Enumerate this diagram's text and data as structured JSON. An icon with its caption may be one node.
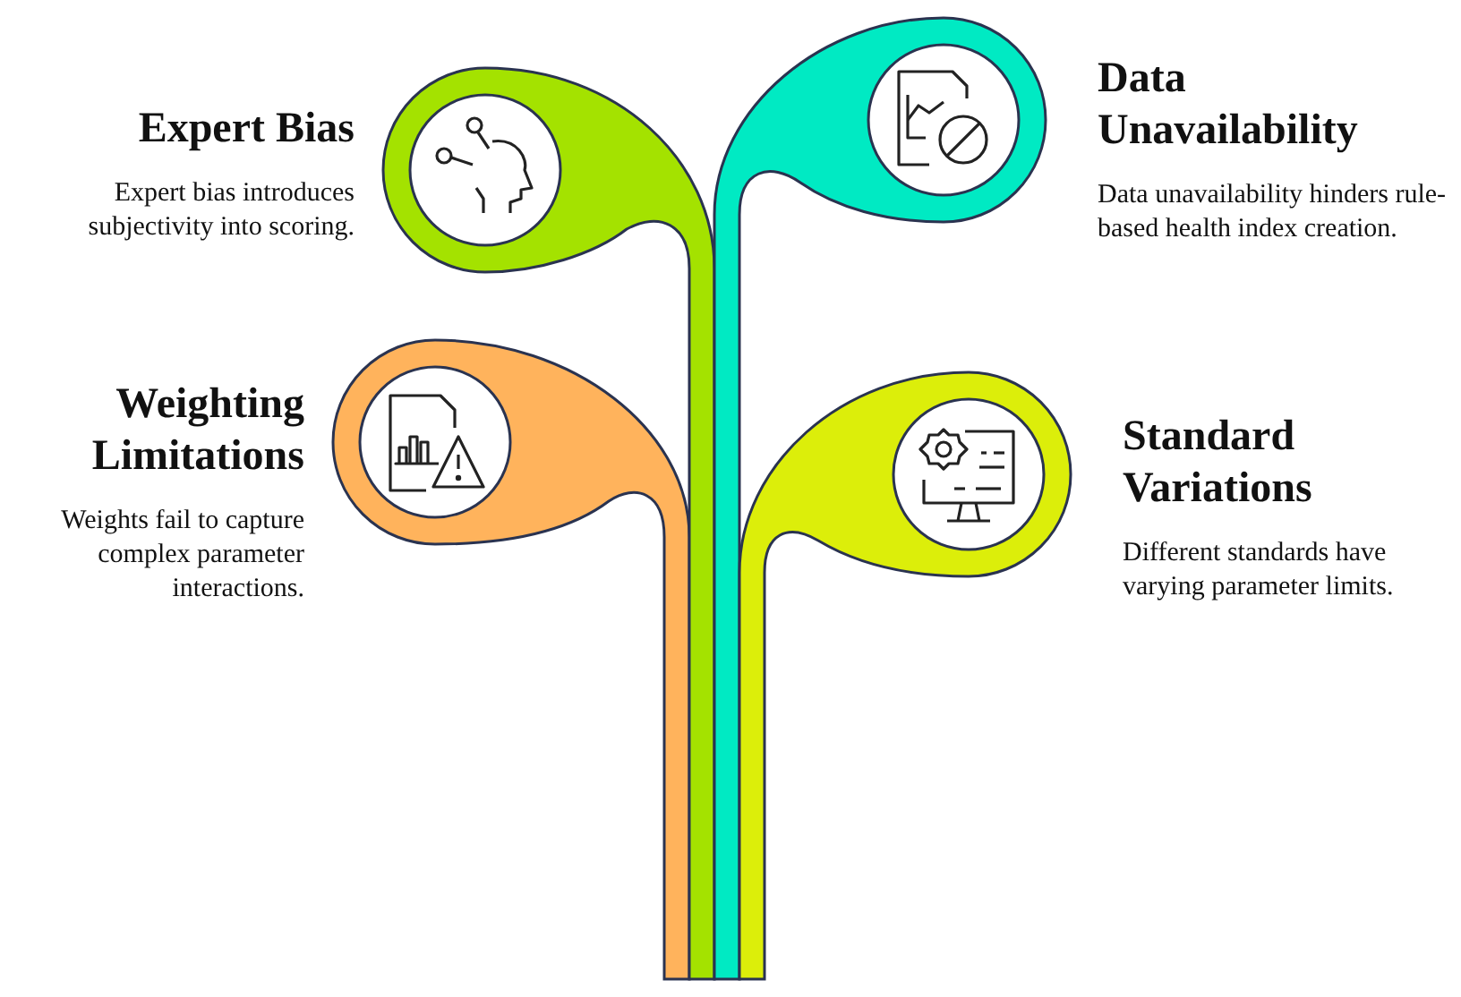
{
  "diagram": {
    "nodes": [
      {
        "text": [
          "Expert Bias",
          "Expert bias introduces subjectivity into scoring."
        ]
      },
      {
        "text": [
          "Data Unavailability",
          "Data unavailability hinders rule-based health index creation."
        ]
      },
      {
        "text": [
          "Weighting Limitations",
          "Weights fail to capture complex parameter interactions."
        ]
      },
      {
        "text": [
          "Standard Variations",
          "Different standards have varying parameter limits."
        ]
      }
    ]
  }
}
